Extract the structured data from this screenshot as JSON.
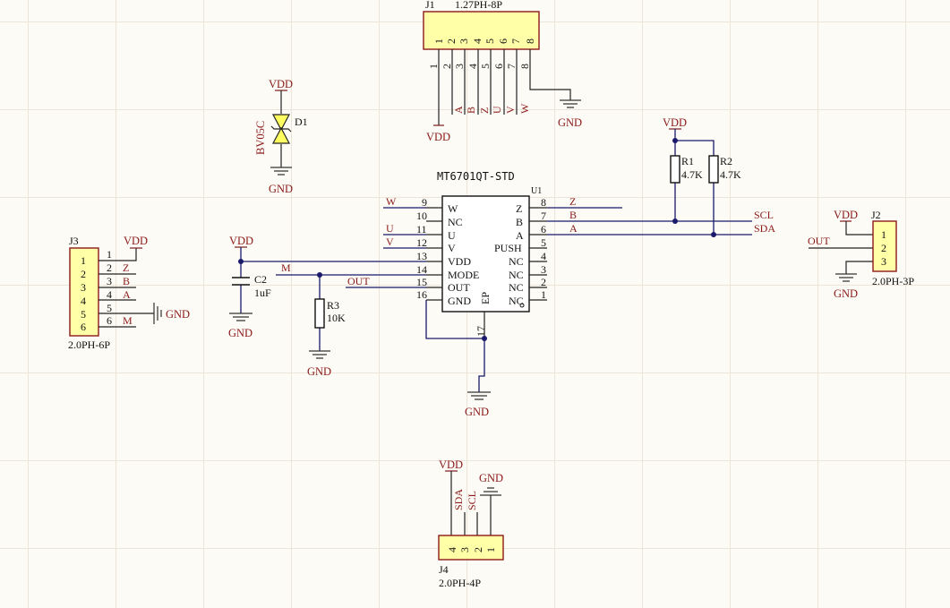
{
  "power": {
    "vdd": "VDD",
    "gnd": "GND"
  },
  "u1": {
    "ref": "U1",
    "part": "MT6701QT-STD",
    "left_pins": [
      {
        "num": "9",
        "name": "W"
      },
      {
        "num": "10",
        "name": "NC"
      },
      {
        "num": "11",
        "name": "U"
      },
      {
        "num": "12",
        "name": "V"
      },
      {
        "num": "13",
        "name": "VDD"
      },
      {
        "num": "14",
        "name": "MODE"
      },
      {
        "num": "15",
        "name": "OUT"
      },
      {
        "num": "16",
        "name": "GND"
      }
    ],
    "right_pins": [
      {
        "num": "8",
        "name": "Z"
      },
      {
        "num": "7",
        "name": "B"
      },
      {
        "num": "6",
        "name": "A"
      },
      {
        "num": "5",
        "name": "PUSH"
      },
      {
        "num": "4",
        "name": "NC"
      },
      {
        "num": "3",
        "name": "NC"
      },
      {
        "num": "2",
        "name": "NC"
      },
      {
        "num": "1",
        "name": "NC"
      }
    ],
    "ep_label": "EP",
    "ep_pin": "17"
  },
  "nets": {
    "w": "W",
    "u": "U",
    "v": "V",
    "z": "Z",
    "b": "B",
    "a": "A",
    "m": "M",
    "out": "OUT",
    "scl": "SCL",
    "sda": "SDA"
  },
  "j1": {
    "ref": "J1",
    "value": "1.27PH-8P",
    "pins": [
      "1",
      "2",
      "3",
      "4",
      "5",
      "6",
      "7",
      "8"
    ],
    "nets": [
      "A",
      "B",
      "Z",
      "U",
      "V",
      "W"
    ]
  },
  "d1": {
    "ref": "D1",
    "value": "BV05C"
  },
  "j3": {
    "ref": "J3",
    "value": "2.0PH-6P",
    "pins": [
      "1",
      "2",
      "3",
      "4",
      "5",
      "6"
    ],
    "nets": [
      "Z",
      "B",
      "A",
      "M"
    ]
  },
  "c2": {
    "ref": "C2",
    "value": "1uF"
  },
  "r3": {
    "ref": "R3",
    "value": "10K"
  },
  "r1": {
    "ref": "R1",
    "value": "4.7K"
  },
  "r2": {
    "ref": "R2",
    "value": "4.7K"
  },
  "j2": {
    "ref": "J2",
    "value": "2.0PH-3P",
    "pins": [
      "1",
      "2",
      "3"
    ]
  },
  "j4": {
    "ref": "J4",
    "value": "2.0PH-4P",
    "pins": [
      "4",
      "3",
      "2",
      "1"
    ]
  }
}
